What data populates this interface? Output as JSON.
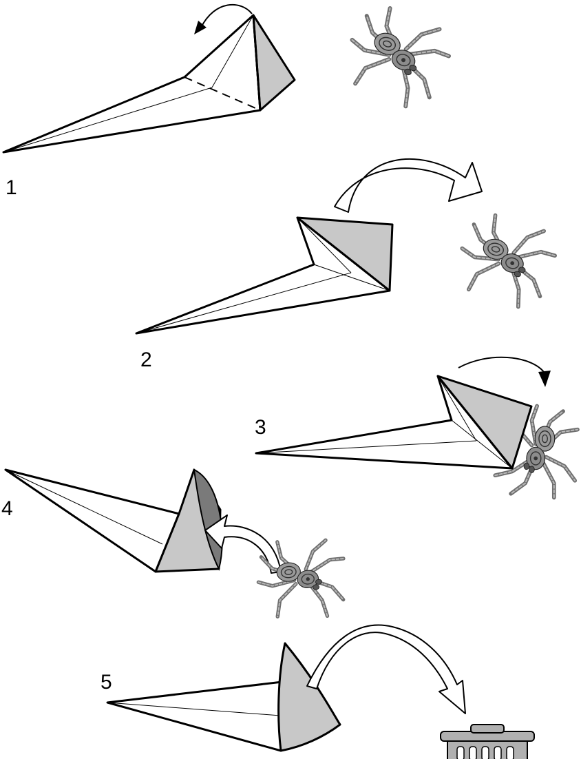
{
  "diagram": {
    "steps": [
      {
        "label": "1"
      },
      {
        "label": "2"
      },
      {
        "label": "3"
      },
      {
        "label": "4"
      },
      {
        "label": "5"
      }
    ],
    "colors": {
      "paper": "#ffffff",
      "fold_shade": "#c8c8c8",
      "fold_dark": "#7a7a7a",
      "outline": "#000000",
      "spider_leg": "#6f6f6f",
      "spider_body": "#9a9a9a",
      "bin": "#b0b0b0"
    },
    "icons": [
      "curved-arrow-icon",
      "hollow-arrow-icon",
      "tarantula-icon",
      "trash-bin-icon"
    ]
  }
}
